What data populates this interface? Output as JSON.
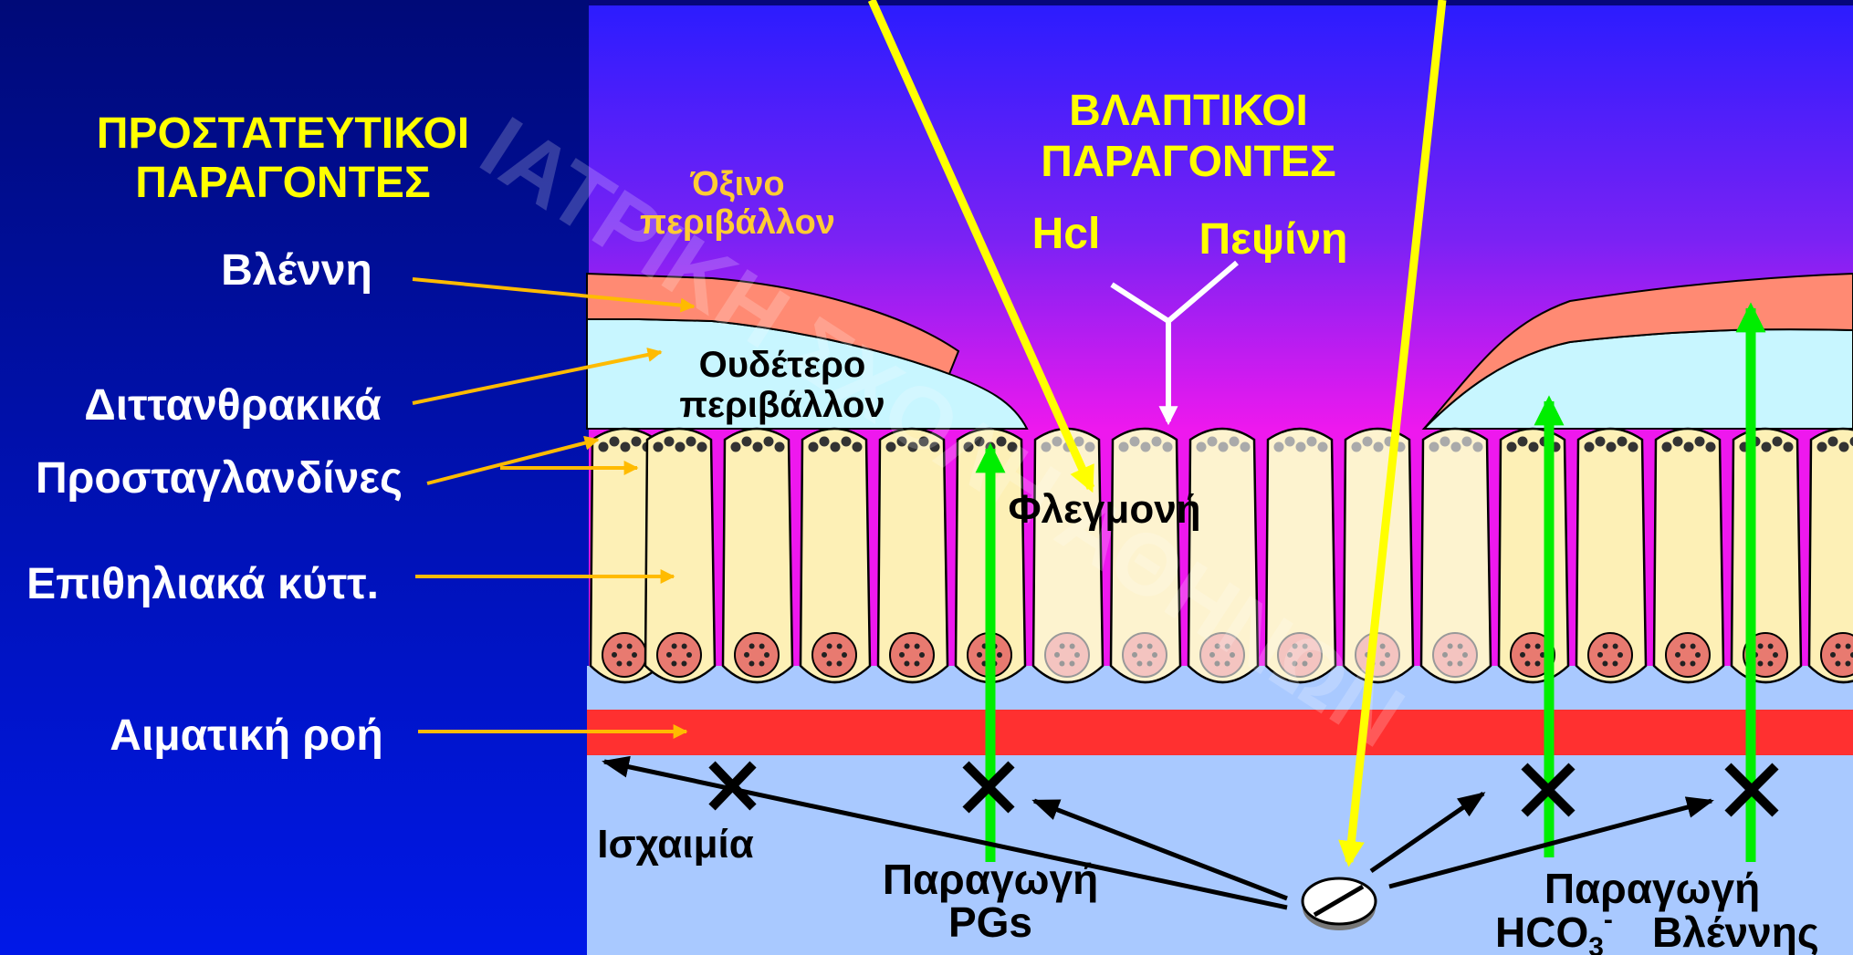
{
  "left_panel": {
    "heading_line1": "ΠΡΟΣΤΑΤΕΥΤΙΚΟΙ",
    "heading_line2": "ΠΑΡΑΓΟΝΤΕΣ",
    "mucus": "Βλέννη",
    "bicarbonates": "Διττανθρακικά",
    "prostaglandins": "Προσταγλανδίνες",
    "epithelial_cells": "Επιθηλιακά κύττ.",
    "blood_flow": "Αιματική ροή"
  },
  "top": {
    "harmful_line1": "ΒΛΑΠΤΙΚΟΙ",
    "harmful_line2": "ΠΑΡΑΓΟΝΤΕΣ",
    "hcl": "Hcl",
    "pepsin": "Πεψίνη",
    "acidic_line1": "Όξινο",
    "acidic_line2": "περιβάλλον"
  },
  "tissue": {
    "neutral_line1": "Ουδέτερο",
    "neutral_line2": "περιβάλλον",
    "inflammation": "Φλεγμονή"
  },
  "bottom": {
    "ischemia": "Ισχαιμία",
    "pg_line1": "Παραγωγή",
    "pg_line2": "PGs",
    "prod_line1": "Παραγωγή",
    "hco3": "HCO",
    "hco3_sub": "3",
    "hco3_sup": "-",
    "mucus_prod": "Βλέννης"
  },
  "watermark": "ΙΑΤΡΙΚΗ ΣΧΟΛΗ ΑΘΗΝΩΝ",
  "colors": {
    "background": "#000c8c",
    "heading_yellow": "#ffff00",
    "orange_text": "#ffcc33",
    "mucus": "#ff8a73",
    "neutral_layer": "#c8f6ff",
    "cell": "#fdf0b6",
    "nucleus": "#e87a70",
    "blood": "#ff3030",
    "submucosa": "#a9c9ff",
    "green_arrow": "#00ee00",
    "yellow_arrow": "#ffff00",
    "pointer_arrow": "#ffbb00"
  }
}
